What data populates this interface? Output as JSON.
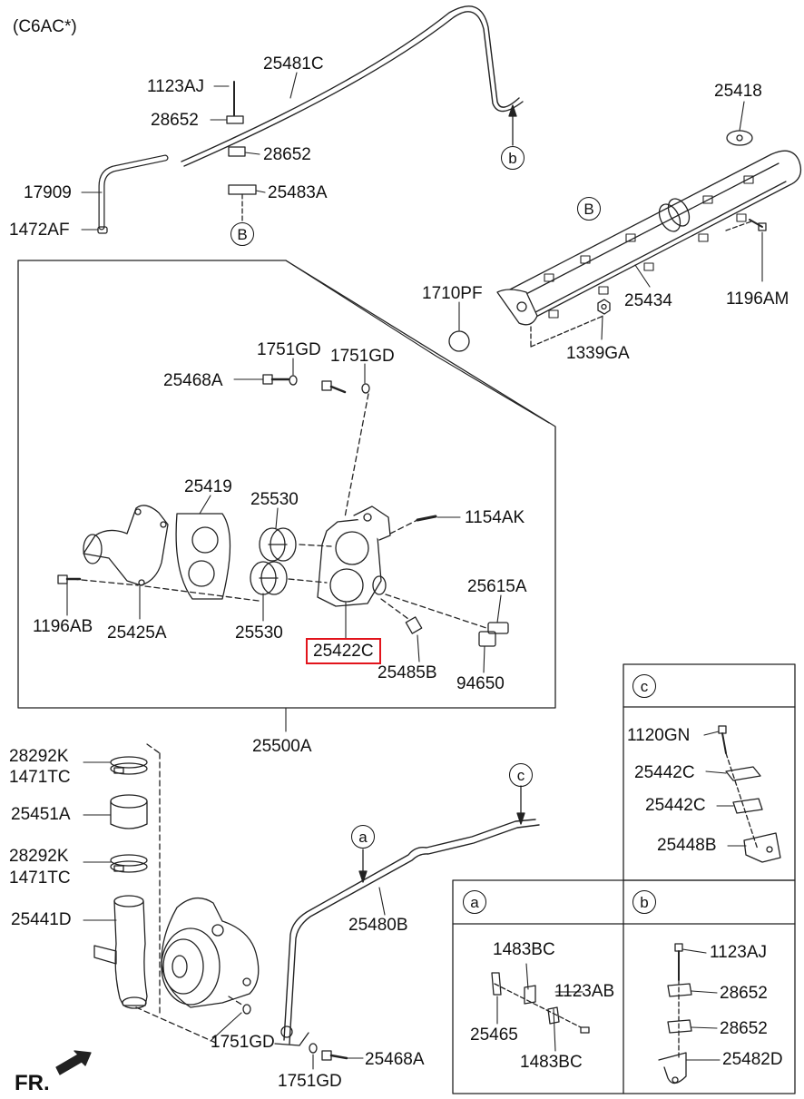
{
  "variant": "(C6AC*)",
  "front_marker": "FR.",
  "highlight_color": "#e2141c",
  "callouts": {
    "B": "B",
    "b": "b",
    "c": "c",
    "a": "a"
  },
  "detail_panels": {
    "c": "c",
    "a": "a",
    "b": "b"
  },
  "parts": {
    "p25481C": "25481C",
    "p1123AJ_top": "1123AJ",
    "p28652_top1": "28652",
    "p28652_top2": "28652",
    "p25483A": "25483A",
    "p17909": "17909",
    "p1472AF": "1472AF",
    "p25418": "25418",
    "p1710PF": "1710PF",
    "p25434": "25434",
    "p1196AM": "1196AM",
    "p1339GA": "1339GA",
    "p1751GD_a": "1751GD",
    "p1751GD_b": "1751GD",
    "p25468A_top": "25468A",
    "p25419": "25419",
    "p25530_top": "25530",
    "p1154AK": "1154AK",
    "p25615A": "25615A",
    "p1196AB": "1196AB",
    "p25425A": "25425A",
    "p25530_bot": "25530",
    "p25422C": "25422C",
    "p25485B": "25485B",
    "p94650": "94650",
    "p25500A": "25500A",
    "p28292K_1": "28292K",
    "p1471TC_1": "1471TC",
    "p25451A": "25451A",
    "p28292K_2": "28292K",
    "p1471TC_2": "1471TC",
    "p25441D": "25441D",
    "p25480B": "25480B",
    "p1751GD_c": "1751GD",
    "p1751GD_d": "1751GD",
    "p25468A_bot": "25468A",
    "p1120GN": "1120GN",
    "p25442C_1": "25442C",
    "p25442C_2": "25442C",
    "p25448B": "25448B",
    "p1483BC_1": "1483BC",
    "p1123AB": "1123AB",
    "p25465": "25465",
    "p1483BC_2": "1483BC",
    "p1123AJ_b": "1123AJ",
    "p28652_b1": "28652",
    "p28652_b2": "28652",
    "p25482D": "25482D"
  }
}
